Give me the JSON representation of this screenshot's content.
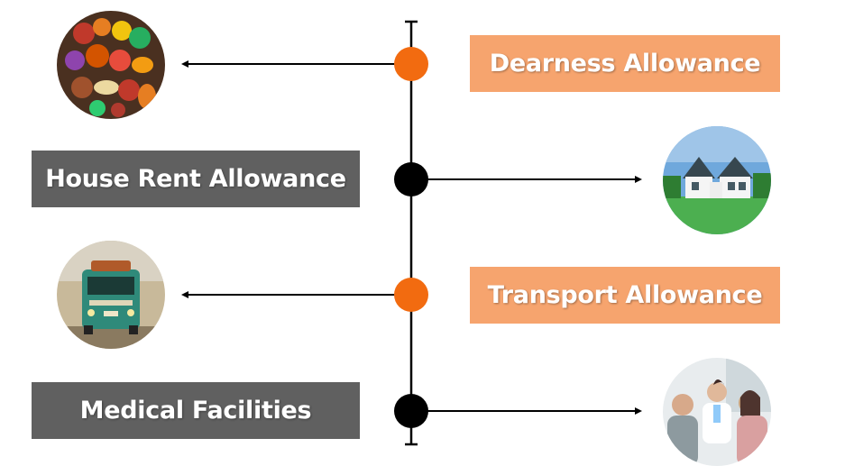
{
  "items": [
    {
      "label": "Dearness Allowance",
      "box_color": "#f6a46e",
      "dot_color": "#f26b10",
      "image": "vegetables-photo"
    },
    {
      "label": "House Rent Allowance",
      "box_color": "#606060",
      "dot_color": "#000000",
      "image": "house-photo"
    },
    {
      "label": "Transport Allowance",
      "box_color": "#f6a46e",
      "dot_color": "#f26b10",
      "image": "bus-photo"
    },
    {
      "label": "Medical Facilities",
      "box_color": "#606060",
      "dot_color": "#000000",
      "image": "doctor-patient-photo"
    }
  ]
}
